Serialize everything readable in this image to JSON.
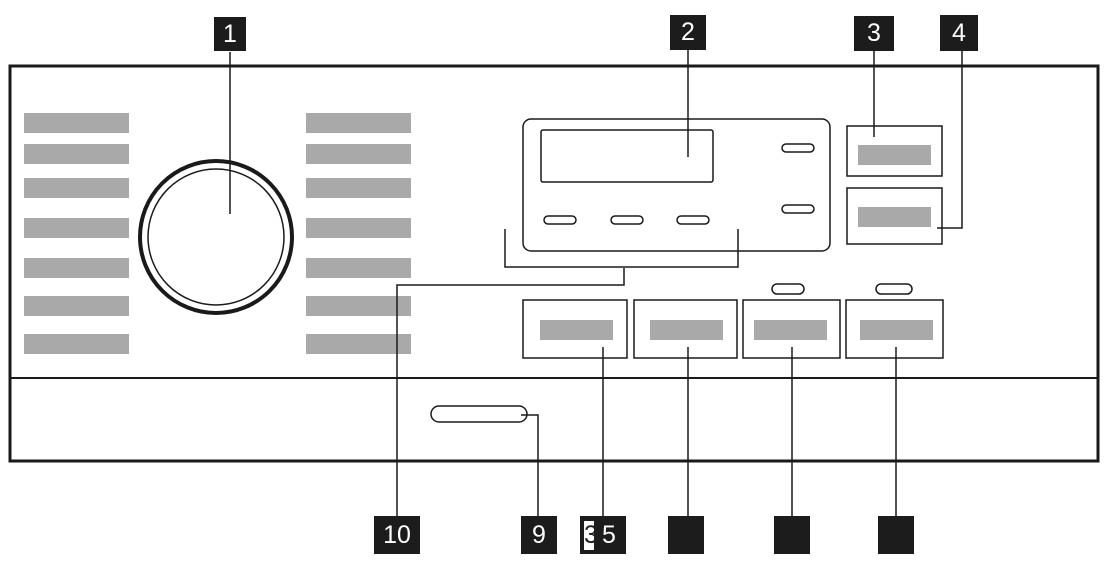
{
  "labels": [
    "1",
    "2",
    "3",
    "4",
    "",
    "",
    "",
    "",
    "9",
    "10"
  ],
  "partial_marks": [
    "3",
    "5"
  ],
  "colors": {
    "line": "#1a1a1a",
    "bar": "#a9a9a9",
    "label_bg": "#1c1c1c",
    "label_text": "#ffffff"
  }
}
